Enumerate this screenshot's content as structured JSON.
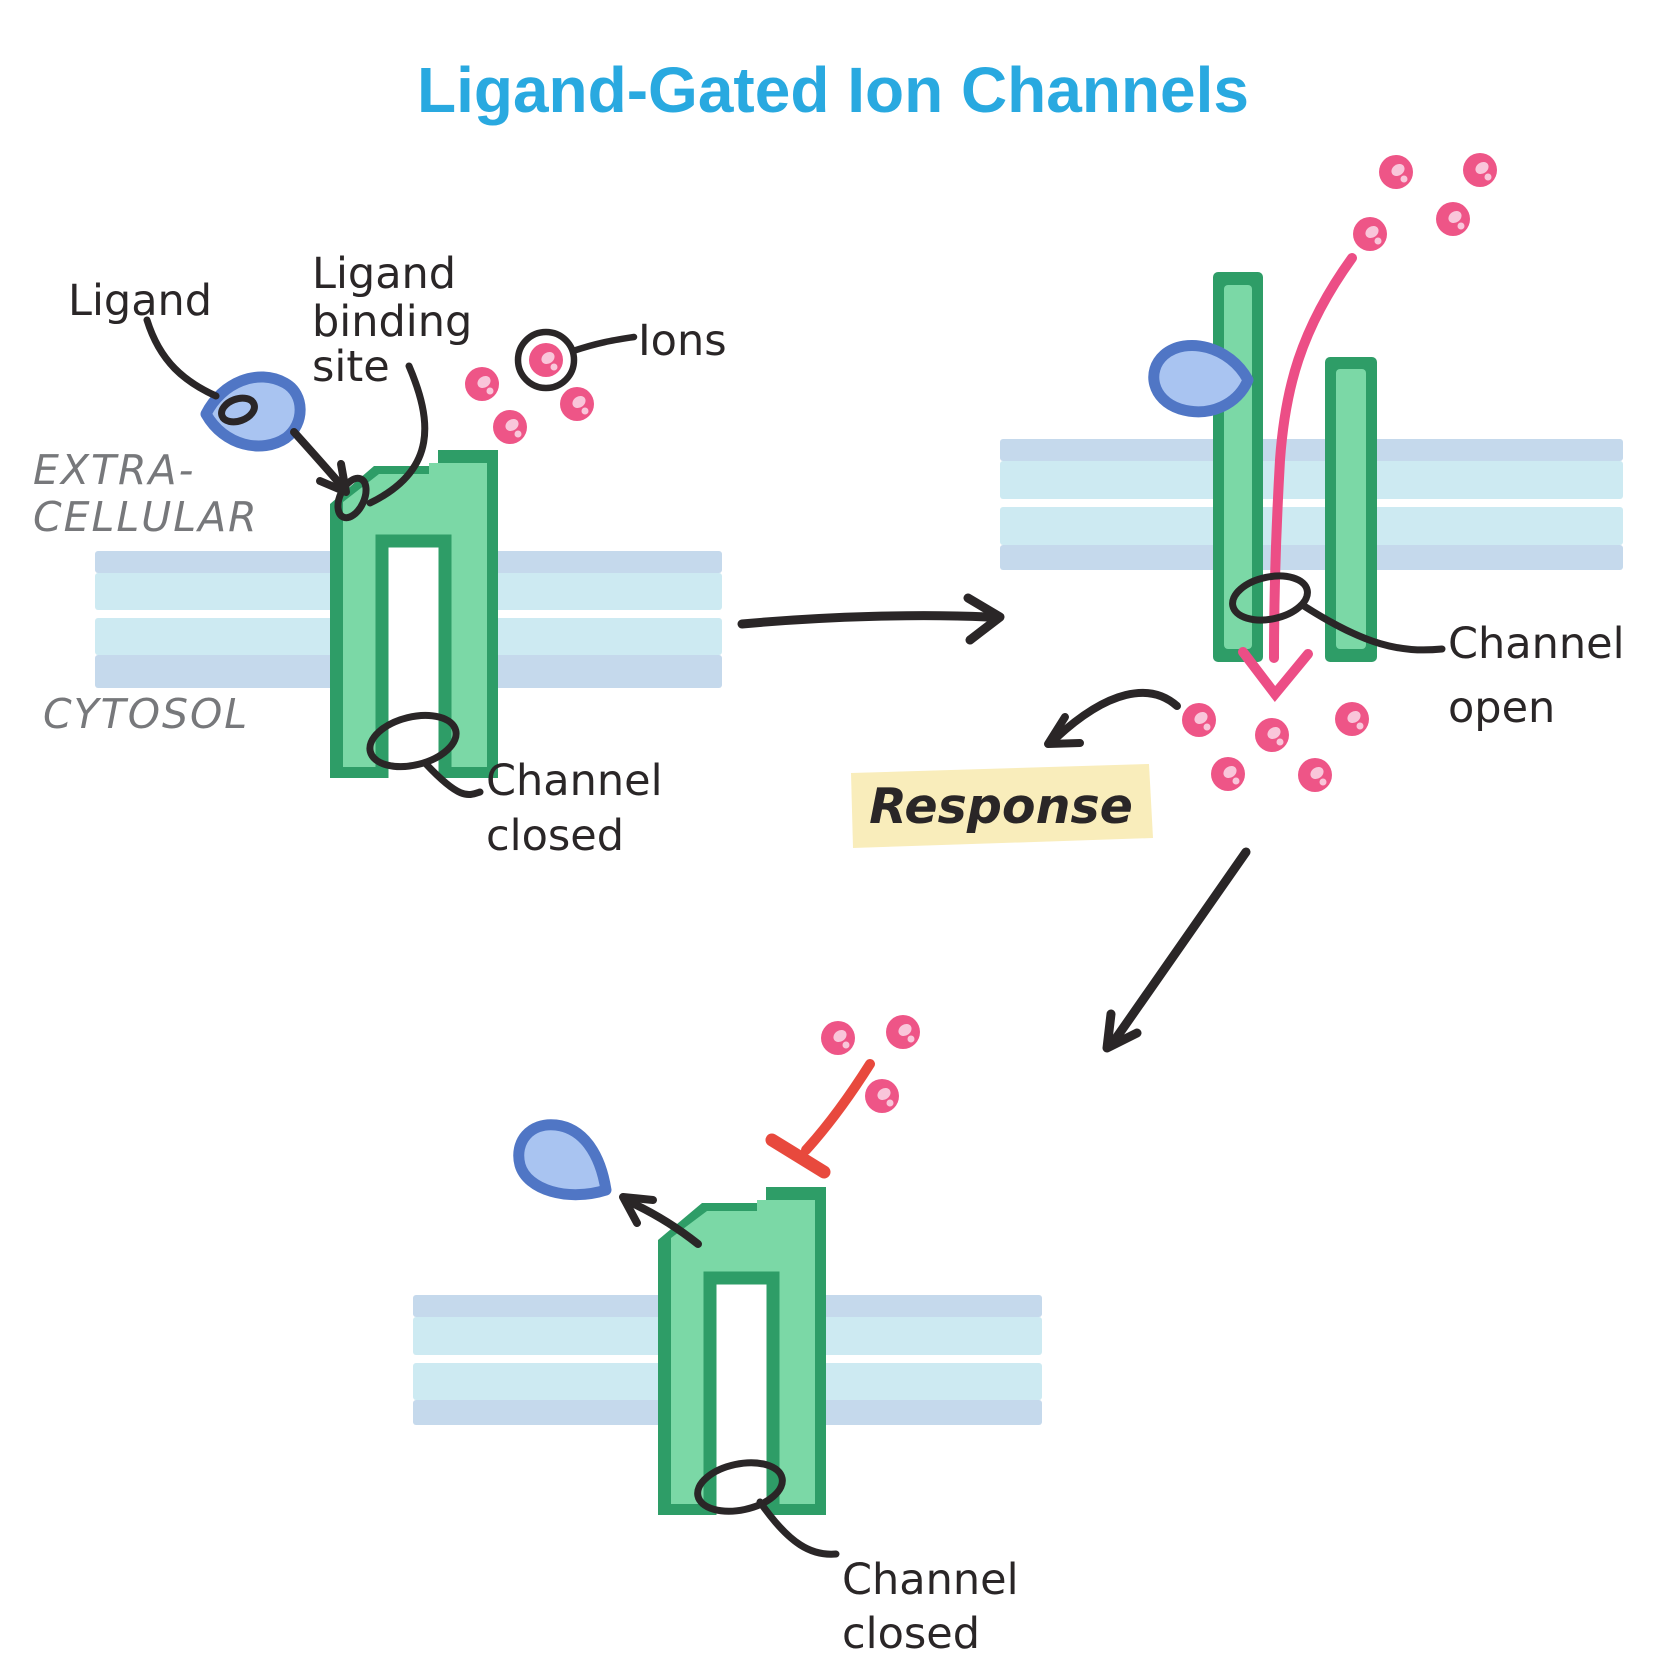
{
  "title": "Ligand-Gated Ion Channels",
  "step1": {
    "ligand_label": "Ligand",
    "binding_site_label": {
      "line1": "Ligand",
      "line2": "binding",
      "line3": "site"
    },
    "ions_label": "Ions",
    "region_labels": {
      "extracellular_line1": "EXTRA-",
      "extracellular_line2": "CELLULAR",
      "cytosol": "CYTOSOL"
    },
    "channel_state": {
      "line1": "Channel",
      "line2": "closed"
    }
  },
  "step2": {
    "channel_state": {
      "line1": "Channel",
      "line2": "open"
    },
    "response_label": "Response"
  },
  "step3": {
    "channel_state": {
      "line1": "Channel",
      "line2": "closed"
    }
  },
  "icons": {
    "ligand": "blue-teardrop",
    "ion": "pink-circle",
    "channel": "green-transmembrane-channel",
    "membrane": "light-blue-lipid-bilayer",
    "flow_arrow": "pink-ion-flow-arrow",
    "blocked_arrow": "red-inhibition-arrow"
  },
  "colors": {
    "title_blue": "#29a9e0",
    "channel_dark": "#2e9d67",
    "channel_light": "#7bd8a6",
    "membrane_outer": "#c5d9ec",
    "membrane_inner": "#cdeaf2",
    "ion_pink": "#ee5587",
    "ion_highlight": "#f9c6da",
    "ligand_fill": "#a9c4f1",
    "ligand_border": "#5076c5",
    "ink": "#2a2627",
    "label_gray": "#77787b",
    "response_yellow": "#f9edbb",
    "inhibit_red": "#e8493d",
    "flow_pink": "#ec4e86"
  }
}
